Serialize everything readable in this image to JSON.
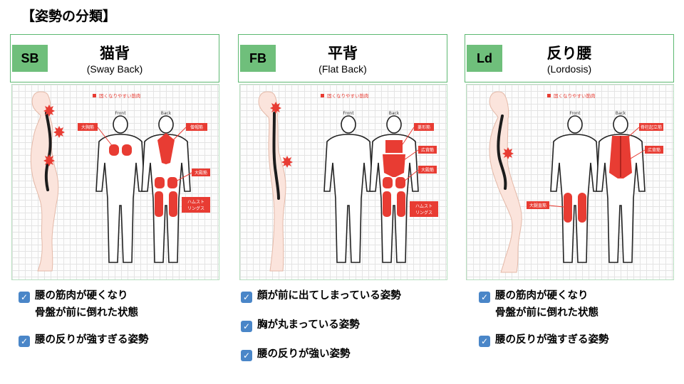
{
  "page_title": "【姿勢の分類】",
  "legend_text": "固くなりやすい筋肉",
  "view_front": "Front",
  "view_back": "Back",
  "panels": [
    {
      "tag": "SB",
      "title": "猫背",
      "subtitle": "(Sway Back)",
      "labels": {
        "a": "大胸筋",
        "b": "僧帽筋",
        "c": "大殿筋",
        "d1": "ハムスト",
        "d2": "リングス"
      },
      "notes": [
        {
          "l1": "腰の筋肉が硬くなり",
          "l2": "骨盤が前に倒れた状態"
        },
        {
          "l1": "腰の反りが強すぎる姿勢"
        }
      ]
    },
    {
      "tag": "FB",
      "title": "平背",
      "subtitle": "(Flat Back)",
      "labels": {
        "a": "菱形筋",
        "b": "広背筋",
        "c": "大殿筋",
        "d1": "ハムスト",
        "d2": "リングス"
      },
      "notes": [
        {
          "l1": "顔が前に出てしまっている姿勢"
        },
        {
          "l1": "胸が丸まっている姿勢"
        },
        {
          "l1": "腰の反りが強い姿勢"
        }
      ]
    },
    {
      "tag": "Ld",
      "title": "反り腰",
      "subtitle": "(Lordosis)",
      "labels": {
        "a": "脊柱起立筋",
        "b": "広背筋",
        "c": "大腿直筋"
      },
      "notes": [
        {
          "l1": "腰の筋肉が硬くなり",
          "l2": "骨盤が前に倒れた状態"
        },
        {
          "l1": "腰の反りが強すぎる姿勢"
        }
      ]
    }
  ],
  "colors": {
    "accent_green": "#6fbf7b",
    "muscle_red": "#e83c33",
    "check_blue": "#4a86c8"
  }
}
